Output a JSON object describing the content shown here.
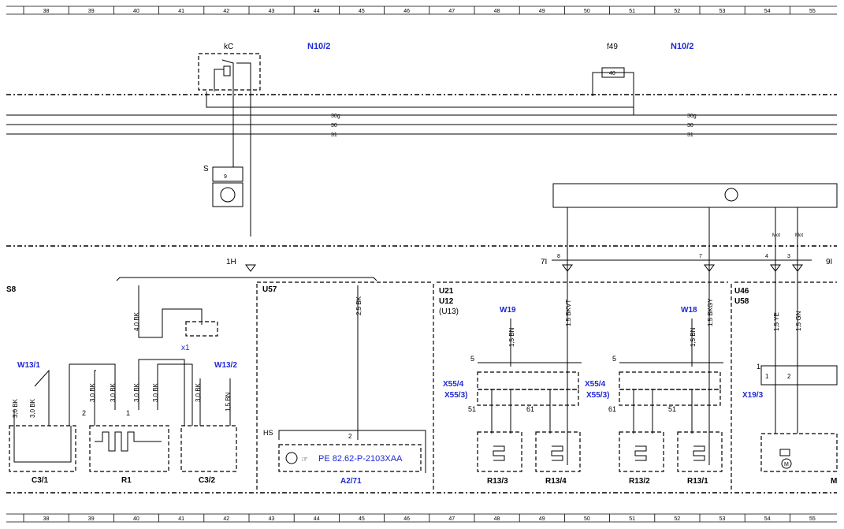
{
  "grid_columns": [
    "38",
    "39",
    "40",
    "41",
    "42",
    "43",
    "44",
    "45",
    "46",
    "47",
    "48",
    "49",
    "50",
    "51",
    "52",
    "53",
    "54",
    "55"
  ],
  "bus_labels": {
    "b30g": "30g",
    "b30": "30",
    "b31": "31"
  },
  "components": {
    "n10_2_left": "N10/2",
    "n10_2_right": "N10/2",
    "kc": "kC",
    "f49": "f49",
    "fuse_value": "40",
    "s": "S",
    "s_pin": "9",
    "h1": "1H",
    "c7": "7I",
    "c9": "9I",
    "u57": "U57",
    "u21": "U21",
    "u12": "U12",
    "u13": "(U13)",
    "u46": "U46",
    "u58": "U58",
    "s8": "S8",
    "w13_1": "W13/1",
    "w13_2": "W13/2",
    "x1": "x1",
    "w19": "W19",
    "w18": "W18",
    "x55_4a": "X55/4",
    "x55_3a": "X55/3)",
    "x55_4b": "X55/4",
    "x55_3b": "X55/3)",
    "x19_3": "X19/3",
    "c3_1": "C3/1",
    "r1": "R1",
    "c3_2": "C3/2",
    "hs": "HS",
    "a2_71": "A2/71",
    "pe_ref": "PE 82.62-P-2103XAA",
    "r13_3": "R13/3",
    "r13_4": "R13/4",
    "r13_2": "R13/2",
    "r13_1": "R13/1",
    "m": "M"
  },
  "wires": {
    "w_40bk": "4,0 BK",
    "w_25bk": "2,5 BK",
    "w_30bk_a": "3,0 BK",
    "w_30bk_b": "3,0 BK",
    "w_30bk_c": "3,0 BK",
    "w_30bk_d": "3,0 BK",
    "w_30bk_e": "3,0 BK",
    "w_30bk_f": "3,0 BK",
    "w_30bk_g": "3,0 BK",
    "w_15bn_a": "1,5 BN",
    "w_15bn_b": "1,5 BN",
    "w_15bkvt": "1,5 BKVT",
    "w_15bn_c": "1,5 BN",
    "w_15bkgy": "1,5 BKGY",
    "w_15ye": "1,5 YE",
    "w_15gn": "1,5 GN"
  },
  "pins": {
    "p8": "8",
    "p7": "7",
    "p4": "4",
    "p3": "3",
    "p5a": "5",
    "p5b": "5",
    "p2r1": "2",
    "p1r1": "1",
    "p2hs": "2",
    "p51a": "51",
    "p61a": "61",
    "p61b": "61",
    "p51b": "51",
    "p1x19": "1",
    "p2x19": "2",
    "mot1": "Mot",
    "mot2": "Mot"
  },
  "colors": {
    "label_blue": "#1f27d6",
    "line": "#000000"
  }
}
